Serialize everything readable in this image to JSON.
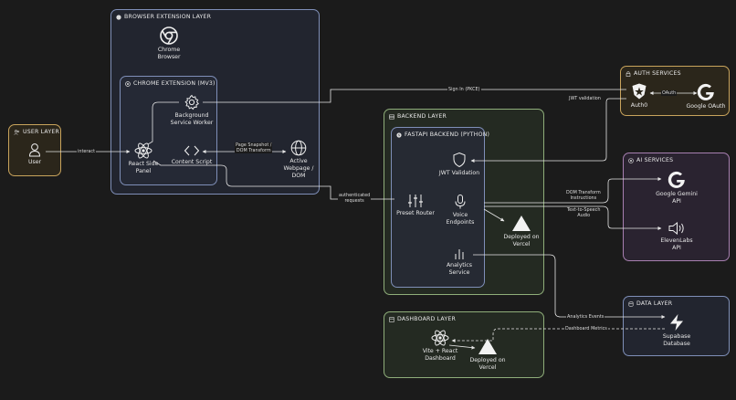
{
  "groups": {
    "user_layer": "USER LAYER",
    "browser_layer": "BROWSER EXTENSION LAYER",
    "chrome_extension": "CHROME EXTENSION (MV3)",
    "backend_layer": "BACKEND LAYER",
    "fastapi_backend": "FASTAPI BACKEND (PYTHON)",
    "auth_services": "AUTH SERVICES",
    "ai_services": "AI SERVICES",
    "data_layer": "DATA LAYER",
    "dashboard_layer": "DASHBOARD LAYER"
  },
  "nodes": {
    "user": "User",
    "chrome_browser": [
      "Chrome",
      "Browser"
    ],
    "background_worker": [
      "Background",
      "Service Worker"
    ],
    "react_side_panel": [
      "React Side",
      "Panel"
    ],
    "content_script": "Content Script",
    "active_webpage": [
      "Active",
      "Webpage /",
      "DOM"
    ],
    "jwt_validation": "JWT Validation",
    "preset_router": "Preset Router",
    "voice_endpoints": [
      "Voice",
      "Endpoints"
    ],
    "deployed_vercel_backend": [
      "Deployed on",
      "Vercel"
    ],
    "analytics_service": [
      "Analytics",
      "Service"
    ],
    "auth0": "Auth0",
    "google_oauth": "Google OAuth",
    "google_gemini": [
      "Google Gemini",
      "API"
    ],
    "elevenlabs": [
      "ElevenLabs",
      "API"
    ],
    "supabase": [
      "Supabase",
      "Database"
    ],
    "vite_react_dashboard": [
      "Vite + React",
      "Dashboard"
    ],
    "deployed_vercel_dashboard": [
      "Deployed on",
      "Vercel"
    ]
  },
  "edges": {
    "interact": "interact",
    "page_snapshot": [
      "Page Snapshot /",
      "DOM Transform"
    ],
    "sign_in": "Sign In (PKCE)",
    "jwt_validation": "JWT validation",
    "oauth": "OAuth",
    "authenticated_requests": [
      "authenticated",
      "requests"
    ],
    "dom_transform_instructions": [
      "DOM Transform",
      "Instructions"
    ],
    "text_to_speech": [
      "Text-to-Speech",
      "Audio"
    ],
    "analytics_events": "Analytics Events",
    "dashboard_metrics": "Dashboard Metrics"
  },
  "colors": {
    "background": "#1b1b1b",
    "user_layer": "#c9a45c",
    "browser_layer": "#7f8fb8",
    "backend_layer": "#8fae7a",
    "auth_services": "#c9a45c",
    "ai_services": "#a77fb0",
    "data_layer": "#7f8fb8",
    "dashboard_layer": "#8fae7a"
  }
}
